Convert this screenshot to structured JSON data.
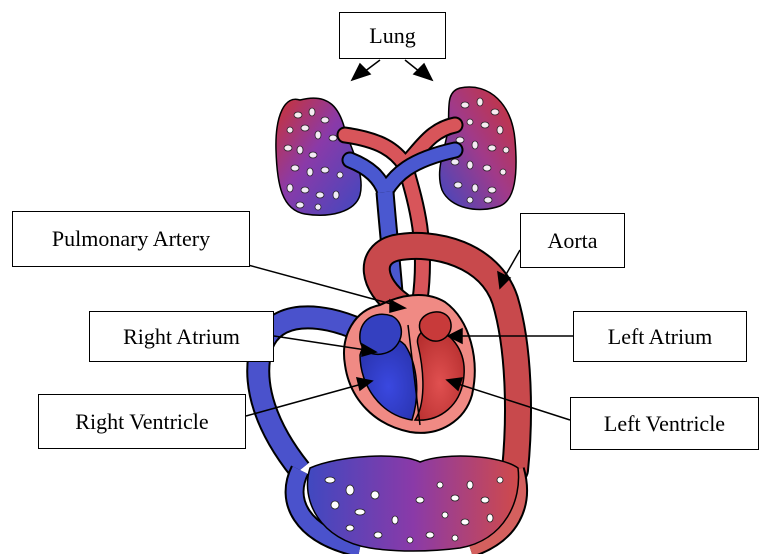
{
  "labels": {
    "lung": "Lung",
    "pulmonary_artery": "Pulmonary Artery",
    "aorta": "Aorta",
    "right_atrium": "Right Atrium",
    "left_atrium": "Left Atrium",
    "right_ventricle": "Right Ventricle",
    "left_ventricle": "Left Ventricle"
  },
  "colors": {
    "deoxygenated": "#4a52cc",
    "oxygenated": "#c83a3a",
    "heart_outer": "#f08a84",
    "lung_purple": "#6a3aa0",
    "outline": "#000000"
  }
}
